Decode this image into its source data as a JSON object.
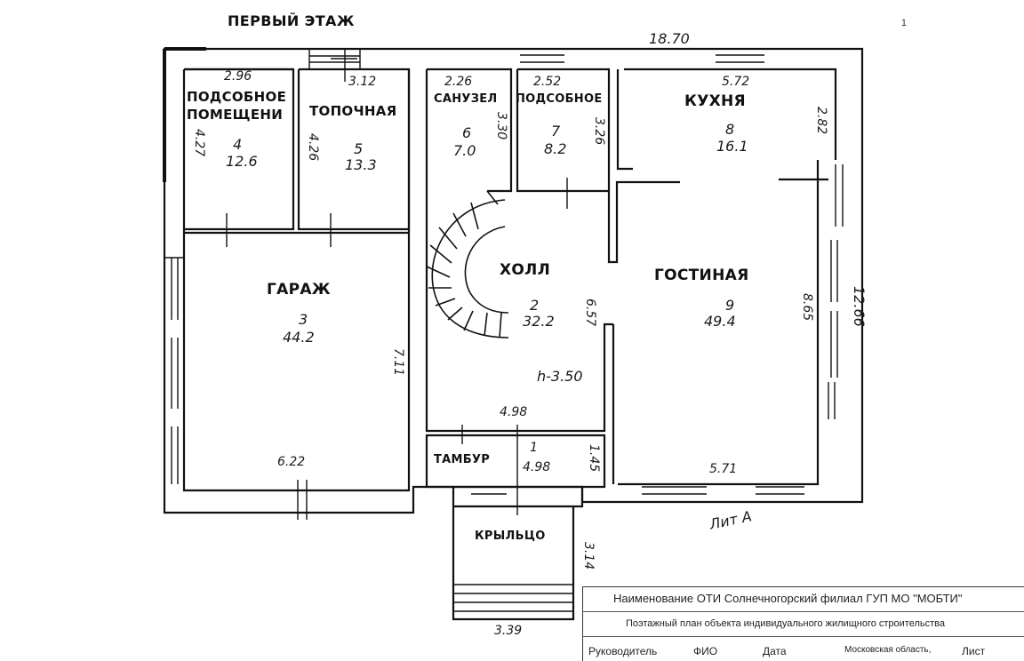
{
  "header": {
    "title": "ПЕРВЫЙ ЭТАЖ",
    "page_mark": "1"
  },
  "rooms": {
    "podsobnoe1": {
      "name_line1": "ПОДСОБНОЕ",
      "name_line2": "ПОМЕЩЕНИ",
      "number": "4",
      "area": "12.6",
      "width": "2.96",
      "depth": "4.27"
    },
    "topochnaya": {
      "name": "ТОПОЧНАЯ",
      "number": "5",
      "area": "13.3",
      "width": "3.12",
      "depth": "4.26"
    },
    "sanuzel": {
      "name": "САНУЗЕЛ",
      "number": "6",
      "area": "7.0",
      "width": "2.26",
      "depth": "3.30"
    },
    "podsobnoe2": {
      "name": "ПОДСОБНОЕ",
      "number": "7",
      "area": "8.2",
      "width": "2.52",
      "depth": "3.26"
    },
    "kuhnya": {
      "name": "КУХНЯ",
      "number": "8",
      "area": "16.1",
      "width": "5.72",
      "depth": "2.82"
    },
    "garazh": {
      "name": "ГАРАЖ",
      "number": "3",
      "area": "44.2",
      "width": "6.22",
      "depth": "7.11"
    },
    "holl": {
      "name": "ХОЛЛ",
      "number": "2",
      "area": "32.2",
      "width": "4.98",
      "depth": "6.57",
      "height": "h-3.50"
    },
    "gostinaya": {
      "name": "ГОСТИНАЯ",
      "number": "9",
      "area": "49.4",
      "width": "5.71",
      "depth": "8.65"
    },
    "tambur": {
      "name": "ТАМБУР",
      "number": "1",
      "area": "4.98",
      "depth": "1.45"
    },
    "kryltso": {
      "name": "КРЫЛЬЦО",
      "width": "3.39",
      "depth": "3.14"
    }
  },
  "overall": {
    "width": "18.70",
    "depth": "12.66",
    "litera": "Лит А"
  },
  "stamp": {
    "org": "Наименование ОТИ Солнечногорский филиал ГУП МО \"МОБТИ\"",
    "doc": "Поэтажный план объекта индивидуального жилищного строительства",
    "col1": "Руководитель",
    "col2": "ФИО",
    "col3": "Дата",
    "col4": "Московская область,",
    "col5": "Лист"
  }
}
